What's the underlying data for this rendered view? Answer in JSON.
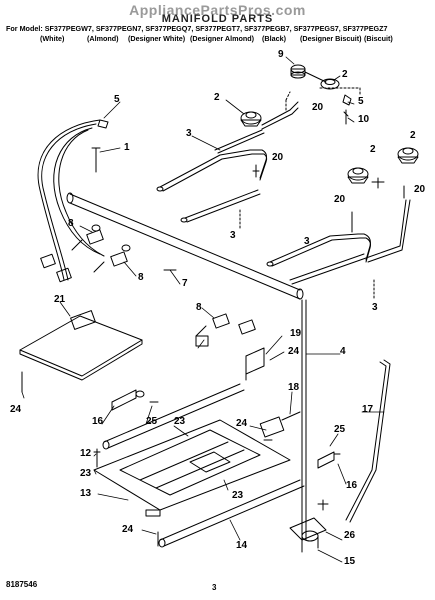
{
  "header": {
    "watermark": "AppliancePartsPros.com",
    "title": "MANIFOLD PARTS",
    "models_line": "For Model: SF377PEGW7, SF377PEGN7, SF377PEGQ7, SF377PEGT7, SF377PEGB7, SF377PEGS7, SF377PEGZ7",
    "colors": [
      "(White)",
      "(Almond)",
      "(Designer White)",
      "(Designer Almond)",
      "(Black)",
      "(Designer Biscuit)",
      "(Biscuit)"
    ]
  },
  "callouts": [
    "1",
    "2",
    "2",
    "2",
    "2",
    "3",
    "3",
    "3",
    "3",
    "4",
    "5",
    "6",
    "7",
    "8",
    "8",
    "8",
    "9",
    "10",
    "12",
    "13",
    "14",
    "15",
    "16",
    "16",
    "17",
    "18",
    "19",
    "20",
    "20",
    "20",
    "20",
    "21",
    "23",
    "23",
    "23",
    "24",
    "24",
    "24",
    "24",
    "25",
    "25",
    "26"
  ],
  "footer": {
    "doc_number": "8187546",
    "page_number": "3"
  }
}
